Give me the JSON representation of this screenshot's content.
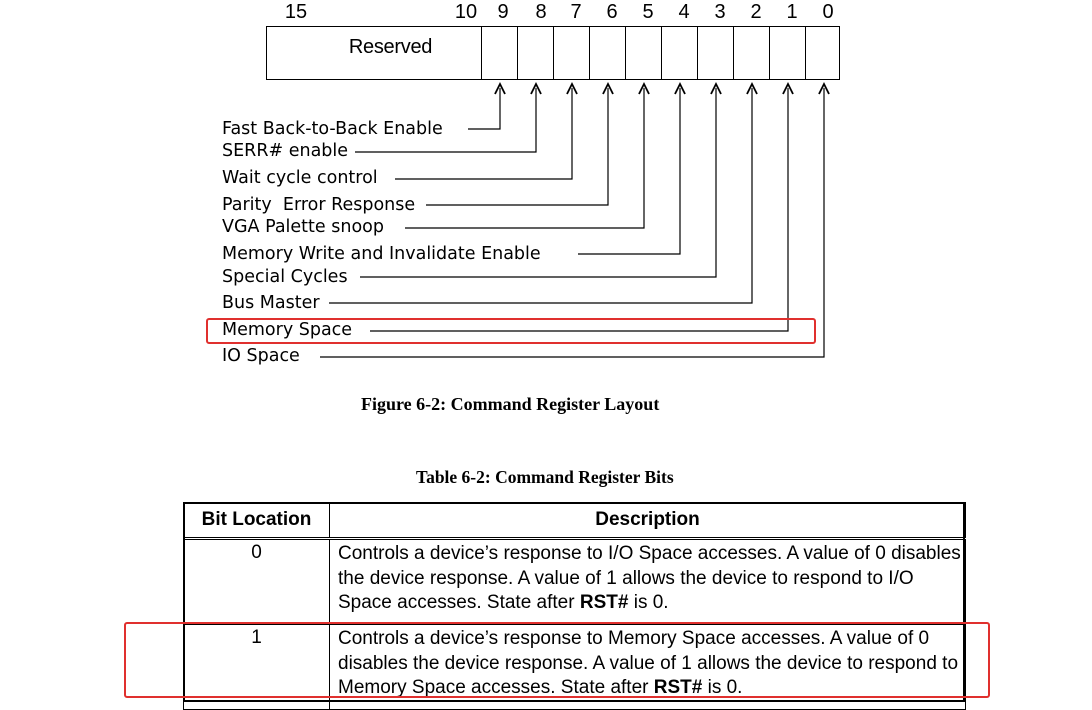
{
  "figure": {
    "bit_numbers": [
      "15",
      "10",
      "9",
      "8",
      "7",
      "6",
      "5",
      "4",
      "3",
      "2",
      "1",
      "0"
    ],
    "reserved_label": "Reserved",
    "bit_labels": [
      "Fast Back-to-Back Enable",
      "SERR# enable",
      "Wait cycle control",
      "Parity  Error Response",
      "VGA Palette snoop",
      "Memory Write and Invalidate Enable",
      "Special Cycles",
      "Bus Master",
      "Memory Space",
      "IO Space"
    ],
    "caption": "Figure 6-2:  Command Register Layout"
  },
  "table": {
    "caption": "Table 6-2:  Command Register Bits",
    "headers": {
      "bit_location": "Bit Location",
      "description": "Description"
    },
    "rows": [
      {
        "bit": "0",
        "description_pre": "Controls a device’s response to I/O Space accesses.  A value of 0 disables the device response.  A value of 1 allows the device to respond to I/O Space accesses.  State after ",
        "description_bold": "RST#",
        "description_post": " is 0."
      },
      {
        "bit": "1",
        "description_pre": "Controls a device’s response to Memory Space accesses.  A value of 0 disables the device response.  A value of 1 allows the device to respond to Memory Space accesses.  State after ",
        "description_bold": "RST#",
        "description_post": " is 0."
      }
    ]
  },
  "colors": {
    "highlight": "#e0302e",
    "text": "#000000",
    "background": "#ffffff"
  }
}
